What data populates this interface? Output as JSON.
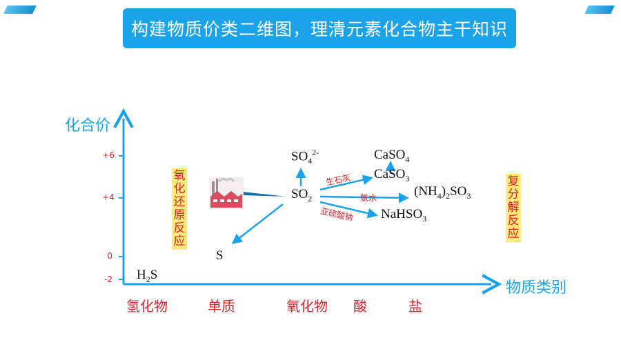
{
  "title": "构建物质价类二维图，理清元素化合物主干知识",
  "axes": {
    "y_title": "化合价",
    "x_title": "物质类别",
    "y_ticks": [
      "+6",
      "+4",
      "0",
      "-2"
    ],
    "x_categories": [
      "氢化物",
      "单质",
      "氧化物",
      "酸",
      "盐"
    ]
  },
  "species": {
    "h2s": {
      "main": "H",
      "sub": "2",
      "tail": "S"
    },
    "s": "S",
    "so2": {
      "main": "SO",
      "sub": "2"
    },
    "so4": {
      "main": "SO",
      "sub": "4",
      "sup": "2-"
    },
    "caso4": {
      "main": "CaSO",
      "sub": "4"
    },
    "caso3": {
      "main": "CaSO",
      "sub": "3"
    },
    "nh4so3": {
      "a": "(NH",
      "sub1": "4",
      "b": ")",
      "sub2": "2",
      "c": "SO",
      "sub3": "3"
    },
    "nahso3": {
      "main": "NaHSO",
      "sub": "3"
    }
  },
  "reagents": {
    "quicklime": "生石灰",
    "ammonia": "氨水",
    "sodium_sulfite": "亚硫酸钠"
  },
  "side_labels": {
    "redox": "氧化还原反应",
    "double_decomp": "复分解反应"
  },
  "colors": {
    "accent": "#1aa3e8",
    "red": "#d6262c",
    "highlight": "#ffe97a"
  }
}
